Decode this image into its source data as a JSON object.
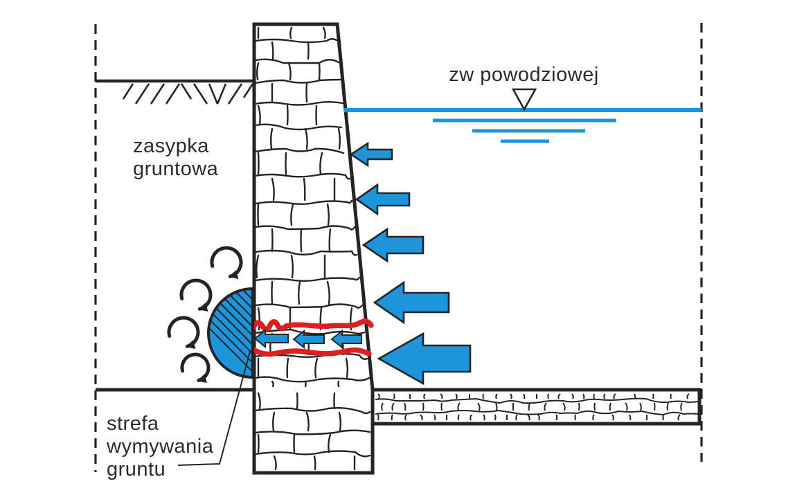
{
  "labels": {
    "flood_water_level": "zw powodziowej",
    "backfill_line1": "zasypka",
    "backfill_line2": "gruntowa",
    "erosion_line1": "strefa",
    "erosion_line2": "wymywania",
    "erosion_line3": "gruntu"
  },
  "colors": {
    "water-blue": "#1E95DA",
    "seepage-red": "#DE1F1F",
    "ink": "#242424"
  },
  "icons": {
    "water_level_symbol": "inverted-triangle-water-level-marker"
  }
}
